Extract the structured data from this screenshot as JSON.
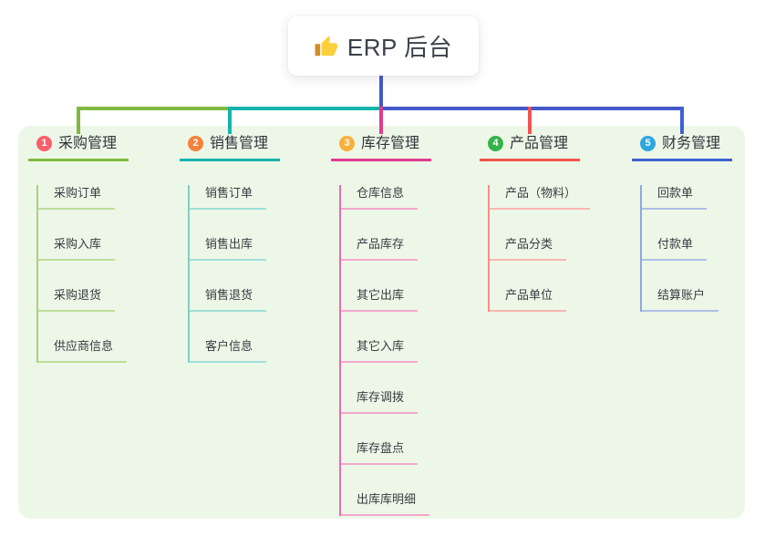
{
  "root": {
    "label": "ERP 后台",
    "icon": "thumbs-up-icon"
  },
  "connector": {
    "root_color": "#4459c8"
  },
  "panel": {
    "background": "#edf7e7"
  },
  "branches": [
    {
      "index": "1",
      "title": "采购管理",
      "badge_color": "#f85f6d",
      "line_color": "#7eba3f",
      "vline_color": "#a8d27f",
      "child_line_color": "#bedd9a",
      "children": [
        "采购订单",
        "采购入库",
        "采购退货",
        "供应商信息"
      ]
    },
    {
      "index": "2",
      "title": "销售管理",
      "badge_color": "#f5813b",
      "line_color": "#16b3ab",
      "vline_color": "#7fd0c9",
      "child_line_color": "#9edfd8",
      "children": [
        "销售订单",
        "销售出库",
        "销售退货",
        "客户信息"
      ]
    },
    {
      "index": "3",
      "title": "库存管理",
      "badge_color": "#f9b03a",
      "line_color": "#e23b8e",
      "vline_color": "#ee6aae",
      "child_line_color": "#f3a8ce",
      "children": [
        "仓库信息",
        "产品库存",
        "其它出库",
        "其它入库",
        "库存调拨",
        "库存盘点",
        "出库库明细"
      ]
    },
    {
      "index": "4",
      "title": "产品管理",
      "badge_color": "#35b34a",
      "line_color": "#f15352",
      "vline_color": "#f58f8a",
      "child_line_color": "#f9b6b1",
      "children": [
        "产品（物料）",
        "产品分类",
        "产品单位"
      ]
    },
    {
      "index": "5",
      "title": "财务管理",
      "badge_color": "#2fa6df",
      "line_color": "#3f62d2",
      "vline_color": "#8fa7e0",
      "child_line_color": "#aebfe8",
      "children": [
        "回款单",
        "付款单",
        "结算账户"
      ]
    }
  ]
}
